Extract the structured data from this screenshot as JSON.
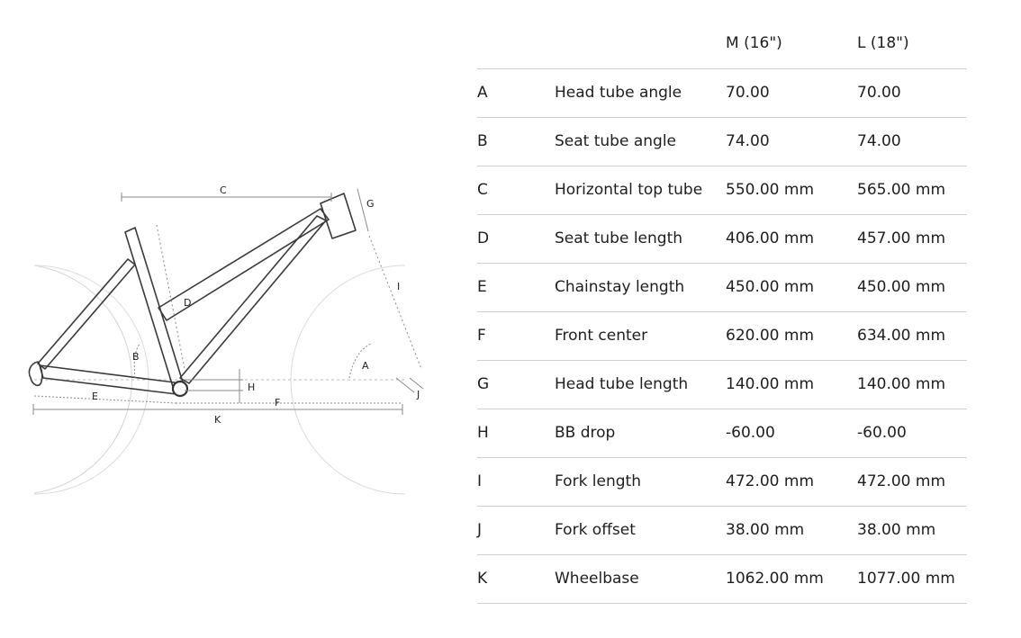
{
  "diagram": {
    "labels": [
      "A",
      "B",
      "C",
      "D",
      "E",
      "F",
      "G",
      "H",
      "I",
      "J",
      "K"
    ]
  },
  "table": {
    "columns": [
      "M (16\")",
      "L (18\")"
    ],
    "rows": [
      {
        "letter": "A",
        "name": "Head tube angle",
        "m": "70.00",
        "l": "70.00"
      },
      {
        "letter": "B",
        "name": "Seat tube angle",
        "m": "74.00",
        "l": "74.00"
      },
      {
        "letter": "C",
        "name": "Horizontal top tube",
        "m": "550.00 mm",
        "l": "565.00 mm"
      },
      {
        "letter": "D",
        "name": "Seat tube length",
        "m": "406.00 mm",
        "l": "457.00 mm"
      },
      {
        "letter": "E",
        "name": "Chainstay length",
        "m": "450.00 mm",
        "l": "450.00 mm"
      },
      {
        "letter": "F",
        "name": "Front center",
        "m": "620.00 mm",
        "l": "634.00 mm"
      },
      {
        "letter": "G",
        "name": "Head tube length",
        "m": "140.00 mm",
        "l": "140.00 mm"
      },
      {
        "letter": "H",
        "name": "BB drop",
        "m": "-60.00",
        "l": "-60.00"
      },
      {
        "letter": "I",
        "name": "Fork length",
        "m": "472.00 mm",
        "l": "472.00 mm"
      },
      {
        "letter": "J",
        "name": "Fork offset",
        "m": "38.00 mm",
        "l": "38.00 mm"
      },
      {
        "letter": "K",
        "name": "Wheelbase",
        "m": "1062.00 mm",
        "l": "1077.00 mm"
      }
    ]
  }
}
